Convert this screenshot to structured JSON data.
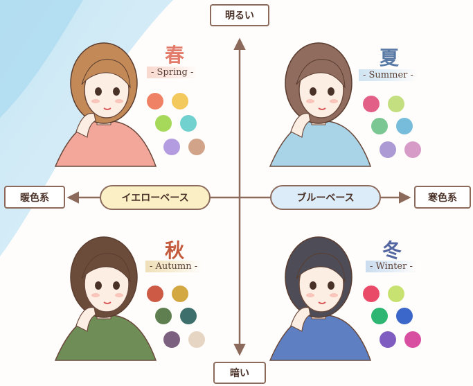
{
  "axes": {
    "top": "明るい",
    "bottom": "暗い",
    "left": "暖色系",
    "right": "寒色系",
    "yellow_base": "イエローベース",
    "blue_base": "ブルーベース"
  },
  "seasons": [
    {
      "kanji": "春",
      "label": "- Spring -",
      "kanji_color": "#e37b6a",
      "stroke_color": "#f6c8bb",
      "outfit": "#f3a79a",
      "hair": "#c38a57",
      "swatches": [
        "#ef8164",
        "#f3c85c",
        "#a6d95a",
        "#71d1cf",
        "#b39de0",
        "#d1a489"
      ]
    },
    {
      "kanji": "夏",
      "label": "- Summer -",
      "kanji_color": "#5a7aa6",
      "stroke_color": "#b9d7ea",
      "outfit": "#a9d4e7",
      "hair": "#8f6c5d",
      "swatches": [
        "#e26088",
        "#c3df7f",
        "#7bc794",
        "#77bddb",
        "#ab9ad3",
        "#d79bc7"
      ]
    },
    {
      "kanji": "秋",
      "label": "- Autumn -",
      "kanji_color": "#c45a3c",
      "stroke_color": "#ead7a8",
      "outfit": "#6f8e57",
      "hair": "#6b4c3b",
      "swatches": [
        "#cc5a45",
        "#d3a742",
        "#5f7f51",
        "#3d6f6c",
        "#7b617f",
        "#e6d5c3"
      ]
    },
    {
      "kanji": "冬",
      "label": "- Winter -",
      "kanji_color": "#5466a0",
      "stroke_color": "#b7cde9",
      "outfit": "#5e7fc1",
      "hair": "#4e4d57",
      "swatches": [
        "#e94a67",
        "#c8e272",
        "#2fb672",
        "#3a67c9",
        "#7f5cbf",
        "#d84ea0"
      ]
    }
  ]
}
